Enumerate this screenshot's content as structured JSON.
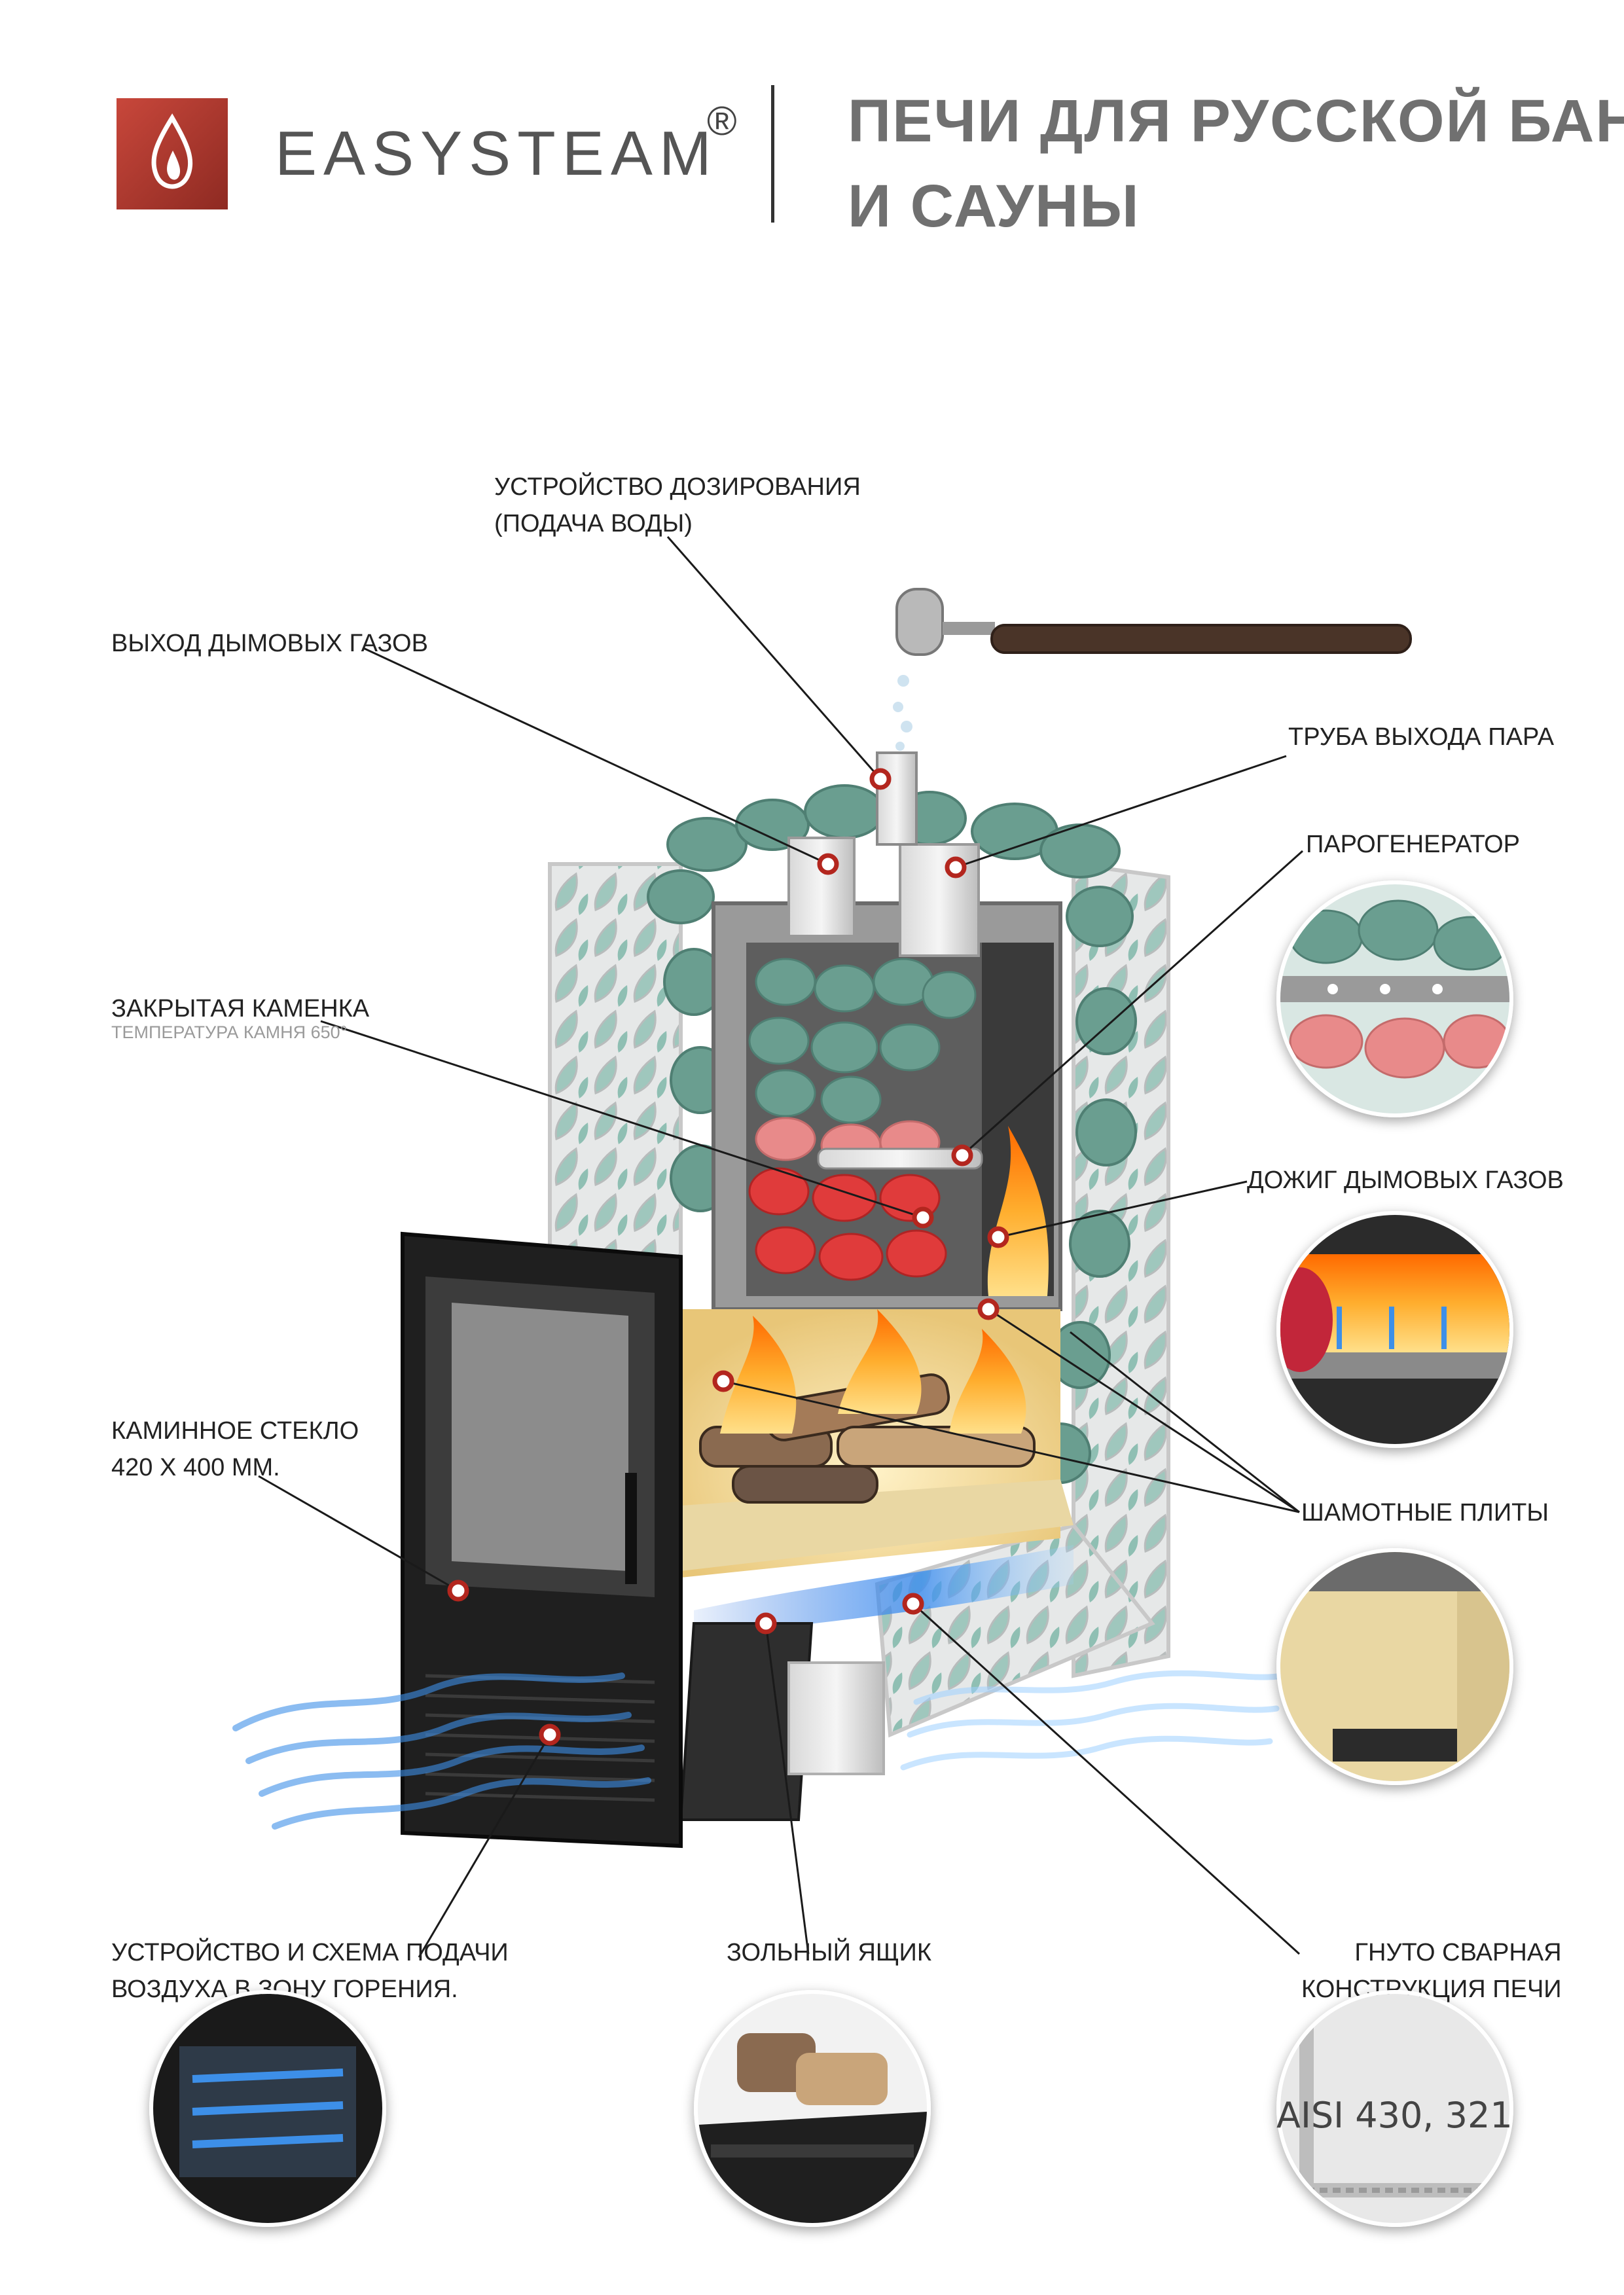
{
  "header": {
    "brand": "EASYSTEAM",
    "registered_mark": "®",
    "headline_line1": "ПЕЧИ ДЛЯ РУССКОЙ БАНИ",
    "headline_line2": "И САУНЫ"
  },
  "labels": {
    "dosing_line1": "УСТРОЙСТВО ДОЗИРОВАНИЯ",
    "dosing_line2": "(ПОДАЧА ВОДЫ)",
    "flue_gas_outlet": "ВЫХОД ДЫМОВЫХ ГАЗОВ",
    "steam_pipe": "ТРУБА ВЫХОДА ПАРА",
    "steam_generator": "ПАРОГЕНЕРАТОР",
    "closed_heater": "ЗАКРЫТАЯ КАМЕНКА",
    "stone_temperature": "ТЕМПЕРАТУРА КАМНЯ 650°",
    "afterburning": "ДОЖИГ ДЫМОВЫХ ГАЗОВ",
    "glass_line1": "КАМИННОЕ СТЕКЛО",
    "glass_line2": "420 Х 400 ММ.",
    "fireclay": "ШАМОТНЫЕ ПЛИТЫ",
    "air_supply_line1": "УСТРОЙСТВО И СХЕМА ПОДАЧИ",
    "air_supply_line2": "ВОЗДУХА В ЗОНУ ГОРЕНИЯ.",
    "ash_box": "ЗОЛЬНЫЙ ЯЩИК",
    "welded_line1": "ГНУТО СВАРНАЯ",
    "welded_line2": "КОНСТРУКЦИЯ ПЕЧИ"
  },
  "details": {
    "steel_grade": "AISI 430, 321"
  },
  "colors": {
    "logo_red": "#b0352a",
    "marker_red": "#b3261e",
    "stone_green": "#6a9e90",
    "hot_stone": "#e03b3b",
    "flame": "#ff9a1f",
    "airflow_blue": "#3d8fe8",
    "fireclay": "#e9d7a3"
  }
}
